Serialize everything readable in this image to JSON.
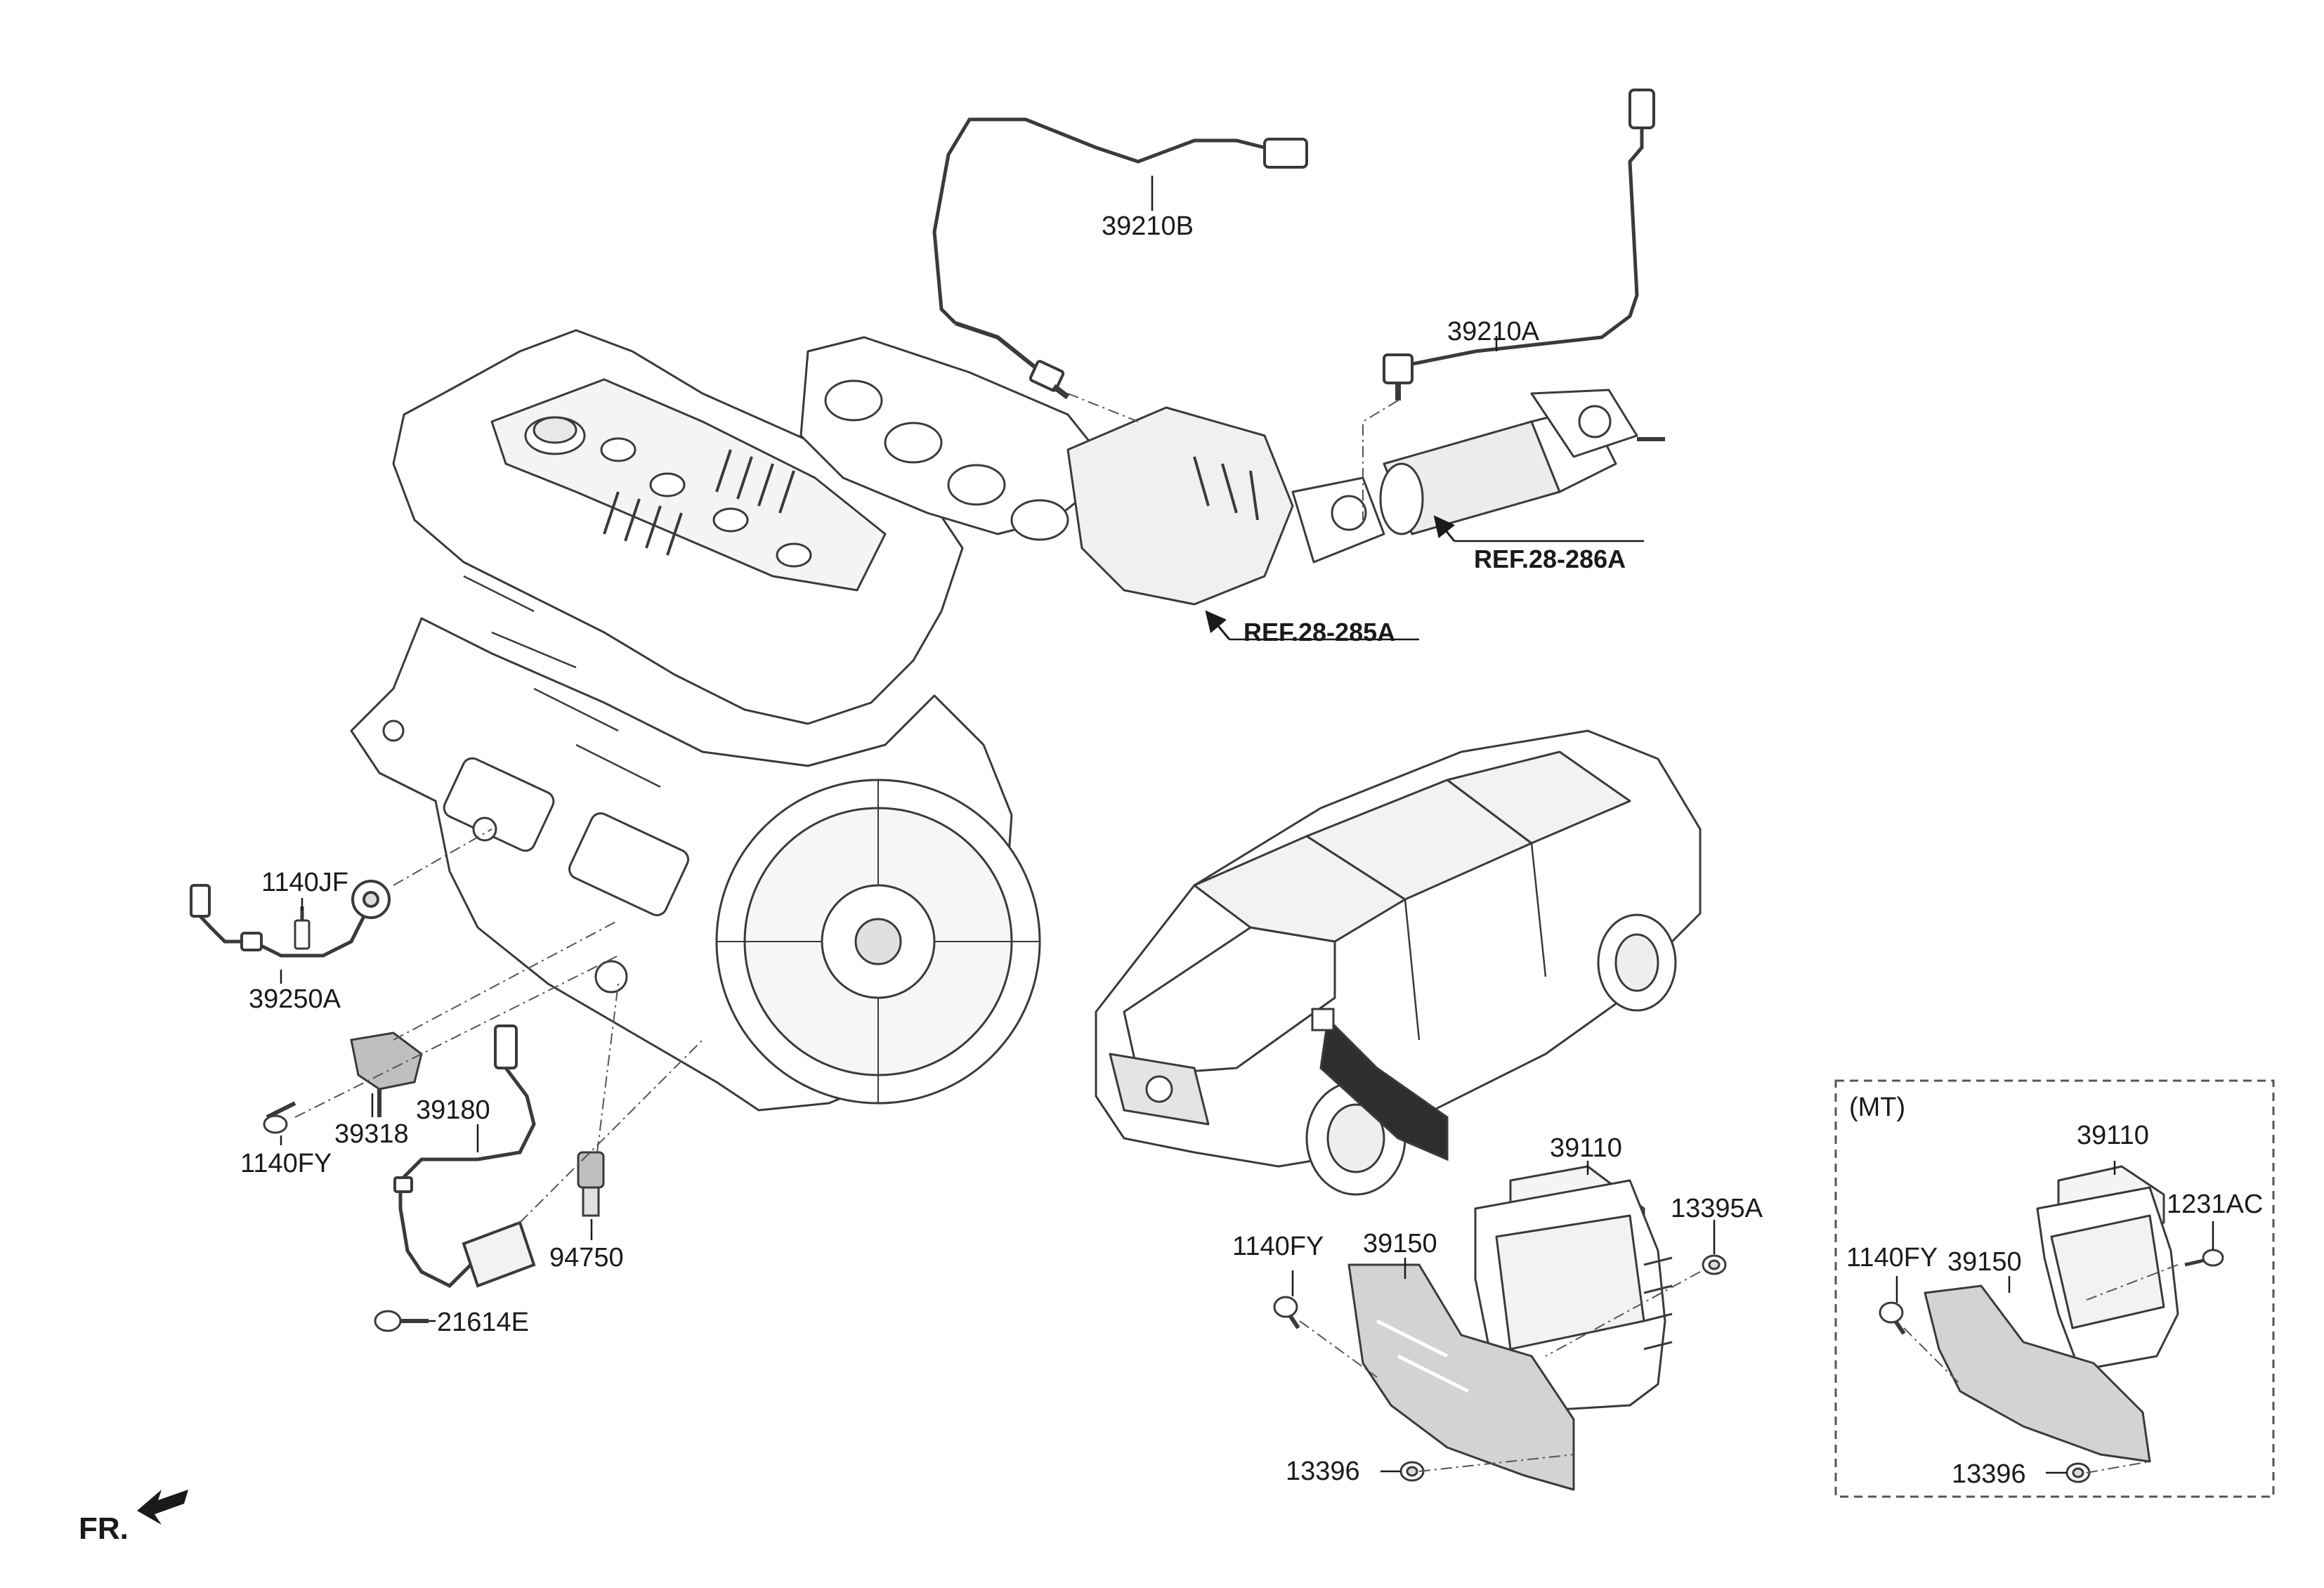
{
  "labels": {
    "p39210B": "39210B",
    "p39210A": "39210A",
    "ref286": "REF.28-286A",
    "ref285": "REF.28-285A",
    "p1140JF": "1140JF",
    "p39250A": "39250A",
    "p39318": "39318",
    "p39180": "39180",
    "p1140FY_left": "1140FY",
    "p94750": "94750",
    "p21614E": "21614E",
    "p39110_main": "39110",
    "p13395A": "13395A",
    "p1140FY_main": "1140FY",
    "p39150_main": "39150",
    "p13396_main": "13396",
    "mt_title": "(MT)",
    "p39110_mt": "39110",
    "p1231AC": "1231AC",
    "p1140FY_mt": "1140FY",
    "p39150_mt": "39150",
    "p13396_mt": "13396",
    "fr": "FR."
  },
  "colors": {
    "line": "#3a3a3a",
    "part_fill": "#ffffff",
    "shade": "#cfcfcf",
    "dash": "#555555"
  },
  "icons": {
    "front_arrow": "front-direction-arrow-icon",
    "car": "sedan-car-icon"
  }
}
